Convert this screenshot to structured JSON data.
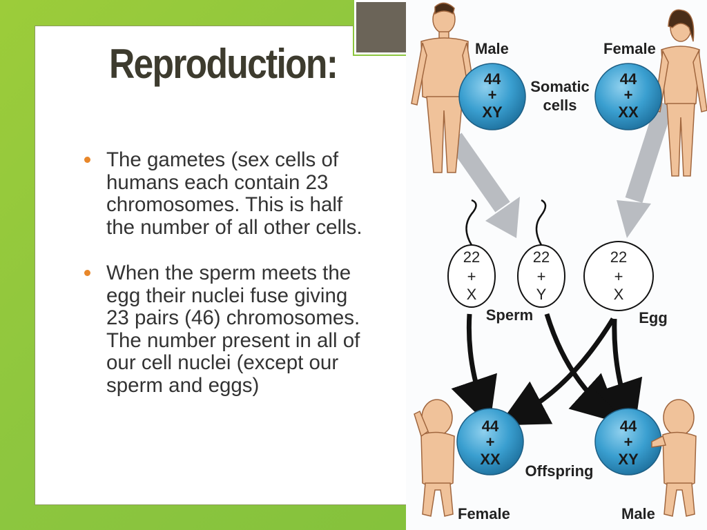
{
  "slide": {
    "title": "Reproduction:",
    "bullets": [
      "The gametes (sex cells of humans each contain 23 chromosomes. This is half the number of all other cells.",
      "When the sperm meets the egg their nuclei fuse giving 23 pairs (46) chromosomes. The number present in all of our cell nuclei (except our sperm and eggs)"
    ],
    "colors": {
      "background": "#8dc63f",
      "title": "#3d3b2e",
      "bullet": "#e8872a"
    }
  },
  "diagram": {
    "male_label": "Male",
    "female_label": "Female",
    "somatic_label_1": "Somatic",
    "somatic_label_2": "cells",
    "male_cell": [
      "44",
      "+",
      "XY"
    ],
    "female_cell": [
      "44",
      "+",
      "XX"
    ],
    "sperm_x": [
      "22",
      "+",
      "X"
    ],
    "sperm_y": [
      "22",
      "+",
      "Y"
    ],
    "egg": [
      "22",
      "+",
      "X"
    ],
    "sperm_label": "Sperm",
    "egg_label": "Egg",
    "offspring_female_cell": [
      "44",
      "+",
      "XX"
    ],
    "offspring_male_cell": [
      "44",
      "+",
      "XY"
    ],
    "offspring_label": "Offspring",
    "offspring_female_label": "Female",
    "offspring_male_label": "Male"
  }
}
